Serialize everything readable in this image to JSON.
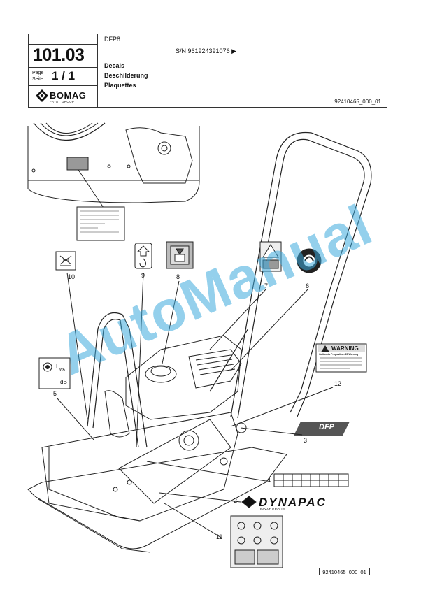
{
  "header": {
    "model": "DFP8",
    "serial": "S/N 961924391076 ▶",
    "page_number": "101.03",
    "page_label_en": "Page",
    "page_label_de": "Seite",
    "page_count": "1 / 1",
    "brand": "BOMAG",
    "brand_sub": "FAYAT GROUP",
    "title_en": "Decals",
    "title_de": "Beschilderung",
    "title_fr": "Plaquettes",
    "doc_id": "92410465_000_01"
  },
  "callouts": [
    "10",
    "9",
    "8",
    "7",
    "6",
    "5",
    "12",
    "3",
    "4",
    "2",
    "11"
  ],
  "decals": {
    "warning_title": "WARNING",
    "warning_sub": "California Proposition 65 Warning",
    "dfp_label": "DFP",
    "dynapac": "DYNAPAC",
    "dynapac_sub": "FAYAT GROUP",
    "sound_label": "L",
    "sound_sub": "WA",
    "db_label": "dB"
  },
  "watermark": "AutoManual",
  "footer_ref": "92410465_000_01"
}
